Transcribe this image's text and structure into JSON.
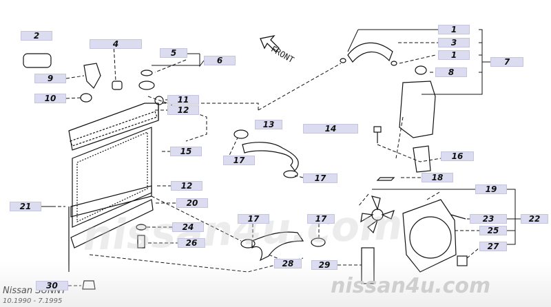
{
  "diagram": {
    "front_label": "FRONT",
    "watermark_center": "nissan4u.com",
    "watermark_corner": "nissan4u.com",
    "model_label": "Nissan SUNNY",
    "years_label": "10.1990 - 7.1995"
  },
  "callouts": {
    "c1a": "1",
    "c1b": "1",
    "c2": "2",
    "c3": "3",
    "c4": "4",
    "c5": "5",
    "c6": "6",
    "c7": "7",
    "c8": "8",
    "c9": "9",
    "c10": "10",
    "c11": "11",
    "c12a": "12",
    "c12b": "12",
    "c13": "13",
    "c14": "14",
    "c15": "15",
    "c16": "16",
    "c17a": "17",
    "c17b": "17",
    "c17c": "17",
    "c17d": "17",
    "c18": "18",
    "c19": "19",
    "c20": "20",
    "c21": "21",
    "c22": "22",
    "c23": "23",
    "c24": "24",
    "c25": "25",
    "c26": "26",
    "c27": "27",
    "c28": "28",
    "c29": "29",
    "c30": "30"
  },
  "colors": {
    "label_bg": "#dcdcf0",
    "line": "#111111",
    "watermark": "#d0d0d0"
  }
}
